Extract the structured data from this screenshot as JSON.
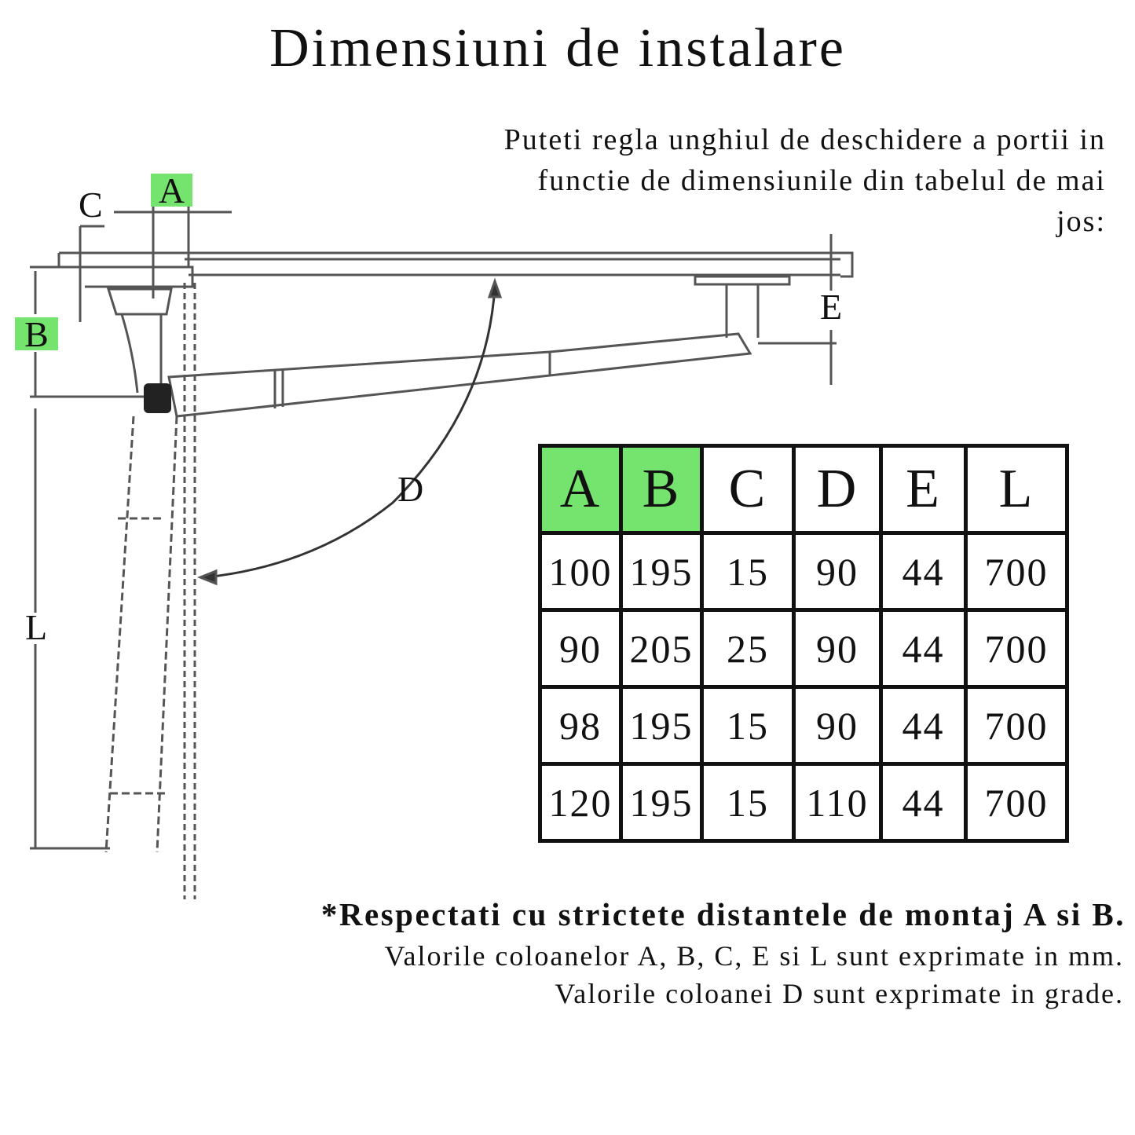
{
  "title": "Dimensiuni de instalare",
  "intro": {
    "lines": [
      "Puteti regla unghiul de deschidere a portii in",
      "functie de dimensiunile din tabelul de mai",
      "jos:"
    ]
  },
  "diagram": {
    "labels": {
      "A": "A",
      "B": "B",
      "C": "C",
      "D": "D",
      "E": "E",
      "L": "L"
    },
    "highlight_color": "#75e46f"
  },
  "table": {
    "headers": [
      "A",
      "B",
      "C",
      "D",
      "E",
      "L"
    ],
    "highlighted_headers": [
      "A",
      "B"
    ],
    "rows": [
      [
        "100",
        "195",
        "15",
        "90",
        "44",
        "700"
      ],
      [
        "90",
        "205",
        "25",
        "90",
        "44",
        "700"
      ],
      [
        "98",
        "195",
        "15",
        "90",
        "44",
        "700"
      ],
      [
        "120",
        "195",
        "15",
        "110",
        "44",
        "700"
      ]
    ]
  },
  "notes": {
    "warning": "*Respectati cu strictete distantele de montaj A si B.",
    "units_mm": "Valorile coloanelor A, B, C, E si L sunt exprimate in mm.",
    "units_deg": "Valorile coloanei D sunt exprimate in grade."
  }
}
